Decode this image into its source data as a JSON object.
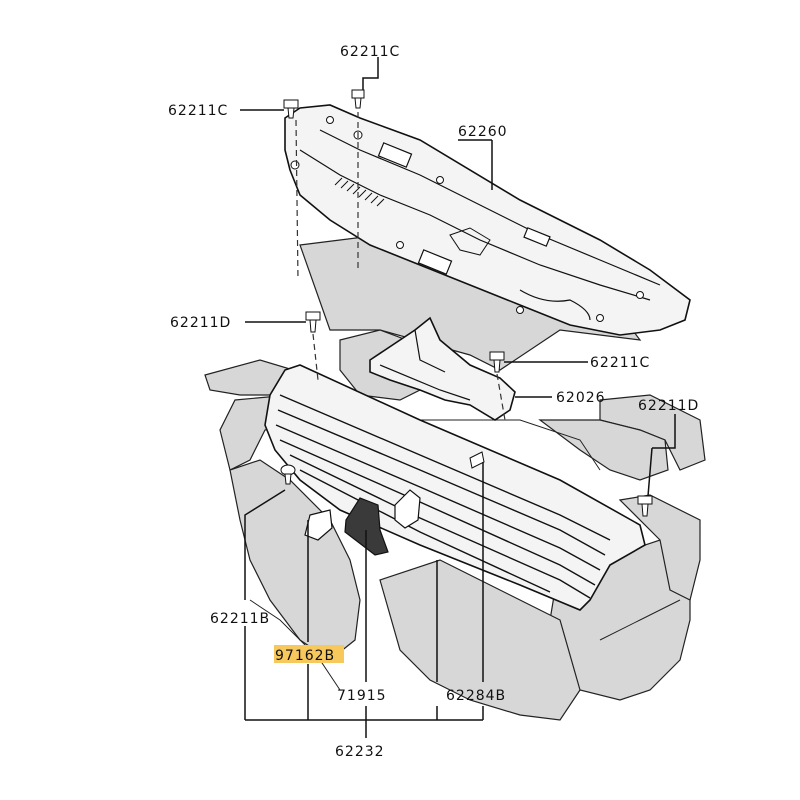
{
  "labels": {
    "clip_top": "62211C",
    "clip_top_left": "62211C",
    "upper_cover": "62260",
    "clip_left_mid": "62211D",
    "clip_right_mid": "62211C",
    "bracket": "62026",
    "clip_far_right": "62211D",
    "clip_lower_left": "62211B",
    "emblem_highlighted": "97162B",
    "emblem_base": "71915",
    "fastener": "62284B",
    "grille_assembly": "62232"
  },
  "colors": {
    "highlight": "#f7c85c",
    "body_shading": "#d7d7d7",
    "line": "#111111"
  }
}
